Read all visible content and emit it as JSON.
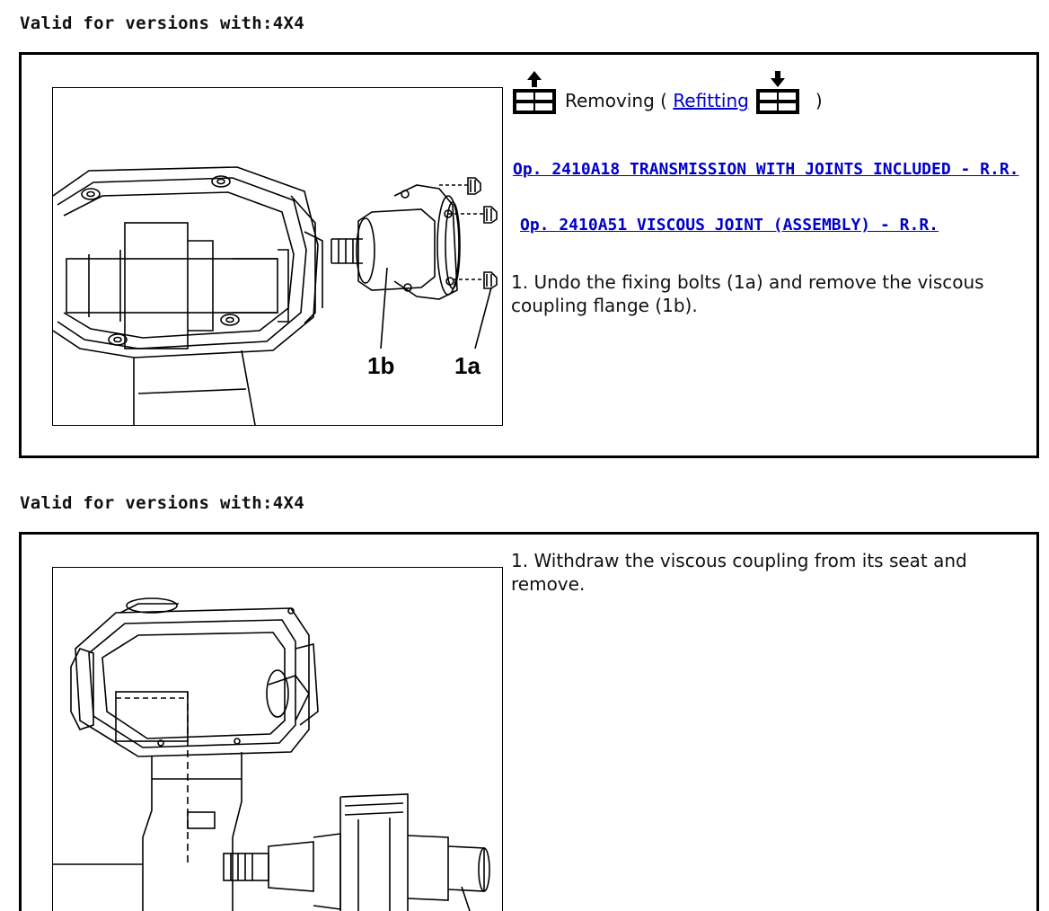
{
  "sections": [
    {
      "heading": "Valid for versions with:4X4",
      "mode": {
        "removing_prefix": "Removing (",
        "refitting_link": "Refitting",
        "close_paren": ")",
        "up_icon": "remove-component-up-icon",
        "down_icon": "refit-component-down-icon"
      },
      "links": [
        {
          "label": "Op. 2410A18 TRANSMISSION WITH JOINTS INCLUDED - R.R."
        },
        {
          "label": "Op. 2410A51 VISCOUS JOINT (ASSEMBLY) - R.R."
        }
      ],
      "step": "1. Undo the fixing bolts (1a) and remove the viscous coupling flange (1b).",
      "figure_labels": {
        "flange": "1b",
        "bolts": "1a"
      }
    },
    {
      "heading": "Valid for versions with:4X4",
      "step": "1. Withdraw the viscous coupling from its seat and remove."
    }
  ]
}
